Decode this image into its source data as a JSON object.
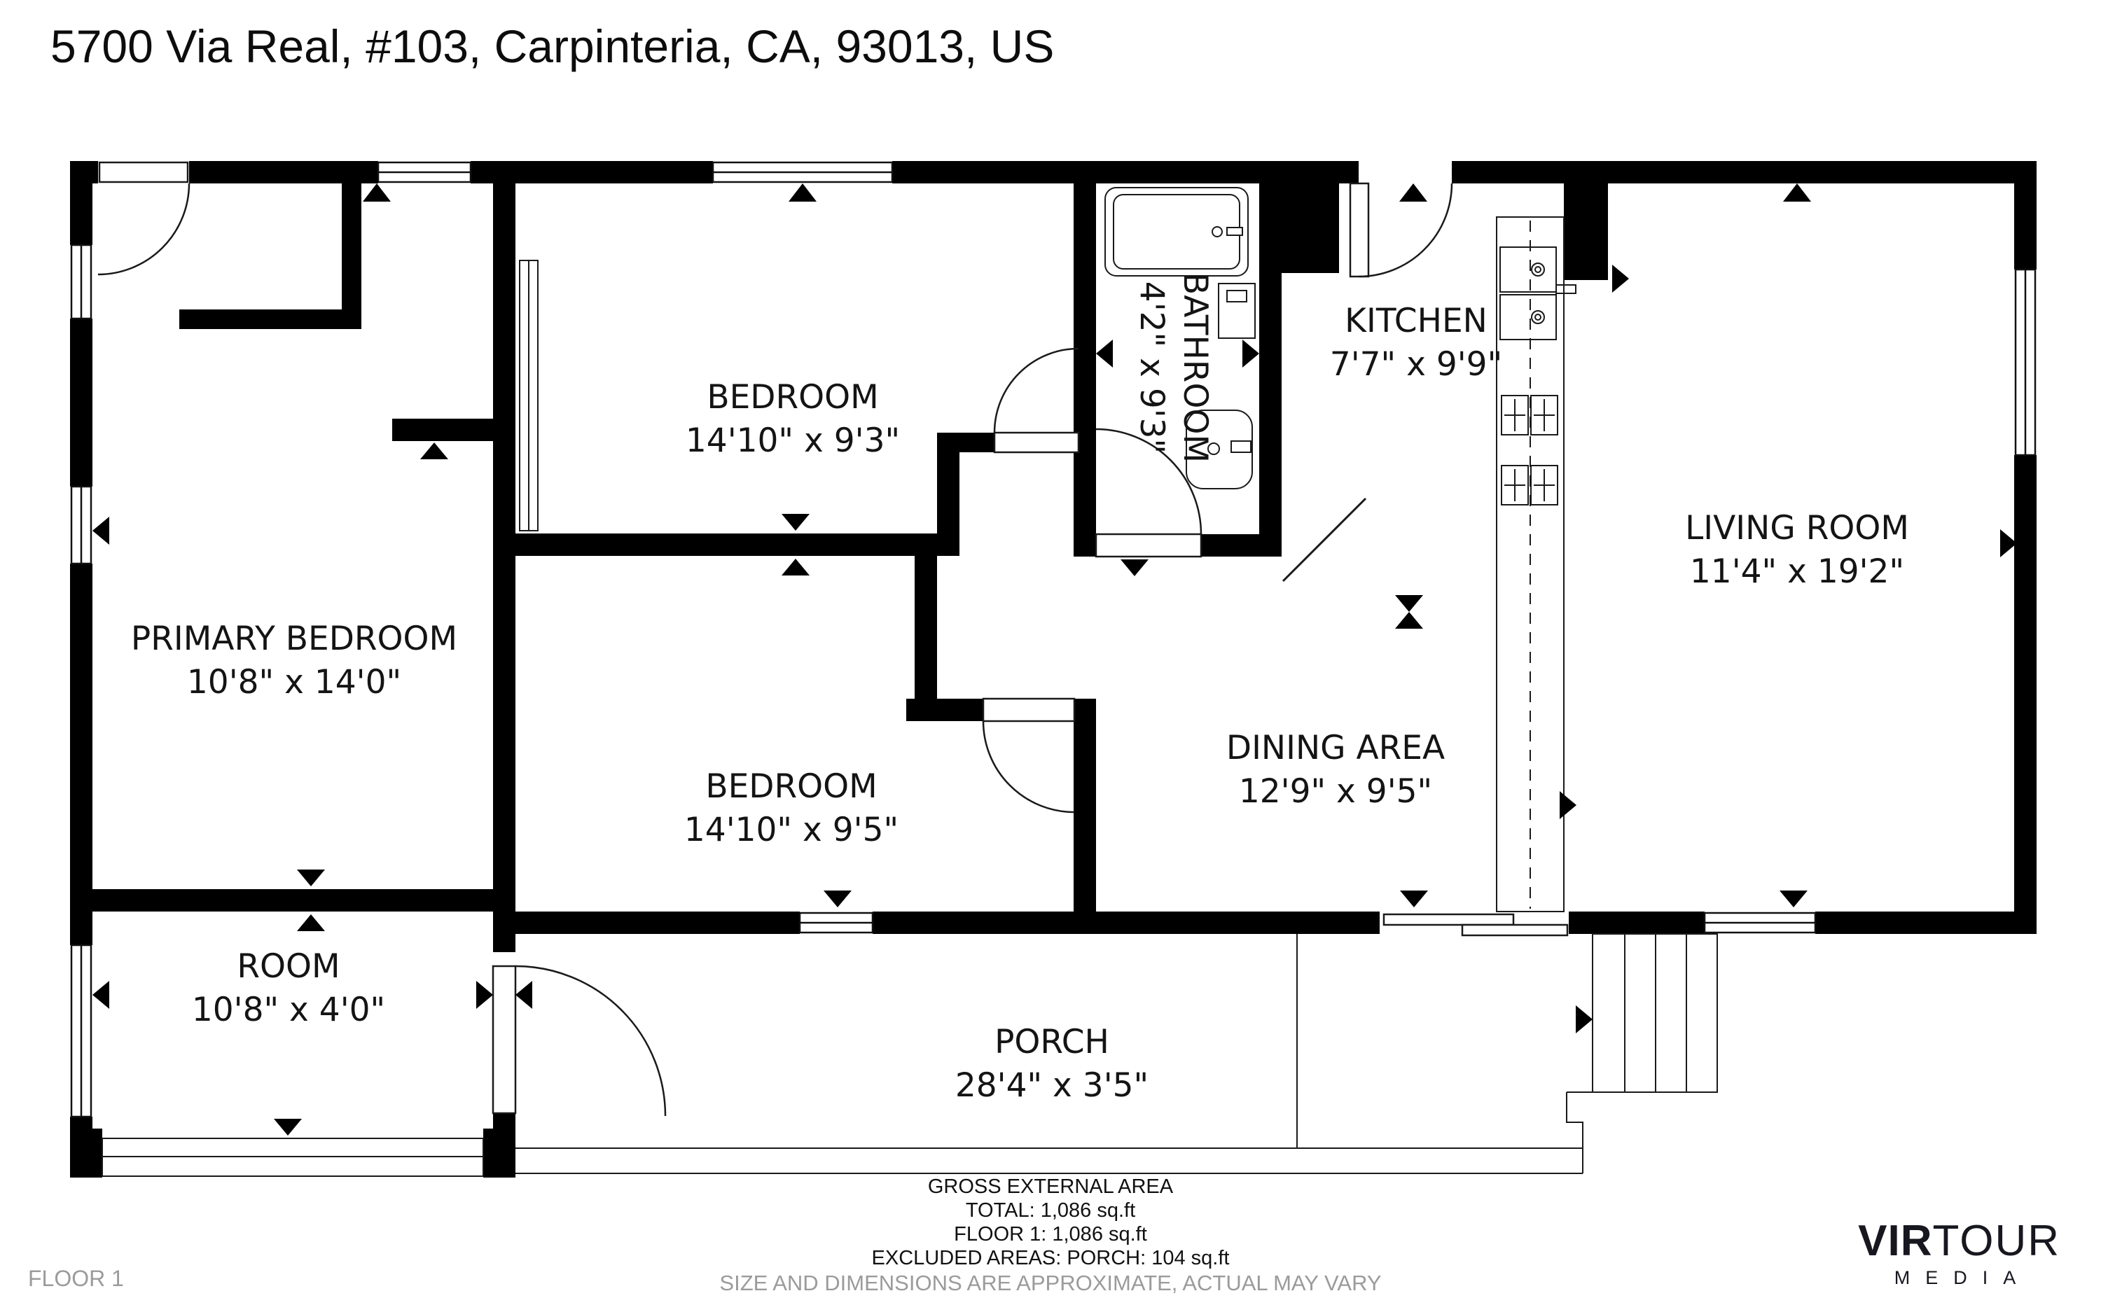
{
  "title": "5700 Via Real, #103, Carpinteria, CA, 93013, US",
  "rooms": [
    {
      "name": "PRIMARY BEDROOM",
      "dims": "10'8\" x 14'0\""
    },
    {
      "name": "BEDROOM",
      "dims": "14'10\" x 9'3\""
    },
    {
      "name": "BATHROOM",
      "dims": "4'2\" x 9'3\""
    },
    {
      "name": "KITCHEN",
      "dims": "7'7\" x 9'9\""
    },
    {
      "name": "LIVING ROOM",
      "dims": "11'4\" x 19'2\""
    },
    {
      "name": "BEDROOM",
      "dims": "14'10\" x 9'5\""
    },
    {
      "name": "DINING AREA",
      "dims": "12'9\" x 9'5\""
    },
    {
      "name": "ROOM",
      "dims": "10'8\" x 4'0\""
    },
    {
      "name": "PORCH",
      "dims": "28'4\" x 3'5\""
    }
  ],
  "footer": {
    "line1": "GROSS EXTERNAL AREA",
    "line2": "TOTAL: 1,086 sq.ft",
    "line3": "FLOOR 1: 1,086 sq.ft",
    "line4": "EXCLUDED AREAS: PORCH: 104 sq.ft",
    "disclaimer": "SIZE AND DIMENSIONS ARE APPROXIMATE, ACTUAL MAY VARY"
  },
  "floor_label": "FLOOR 1",
  "logo": {
    "vir": "VIR",
    "tour": "TOUR",
    "media": "MEDIA"
  },
  "colors": {
    "wall": "#000000",
    "line": "#1a1a1a",
    "muted": "#9b9b9b",
    "background": "#ffffff"
  }
}
